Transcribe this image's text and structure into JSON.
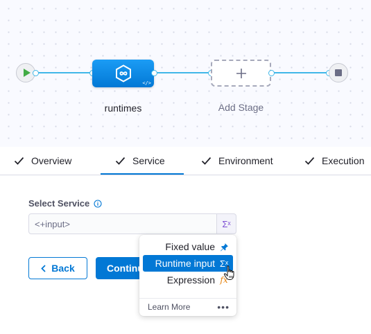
{
  "pipeline": {
    "stage_name": "runtimes",
    "add_stage_label": "Add Stage",
    "stage_code_glyph": "</>"
  },
  "tabs": [
    {
      "label": "Overview",
      "active": false
    },
    {
      "label": "Service",
      "active": true
    },
    {
      "label": "Environment",
      "active": false
    },
    {
      "label": "Execution",
      "active": false
    }
  ],
  "form": {
    "field_label": "Select Service",
    "field_value": "<+input>",
    "type_glyph": "Σˣ"
  },
  "buttons": {
    "back_label": "Back",
    "continue_label": "Continue"
  },
  "menu": {
    "items": [
      {
        "label": "Fixed value",
        "icon": "pin-icon"
      },
      {
        "label": "Runtime input",
        "icon": "sigma-icon",
        "glyph": "Σˣ",
        "selected": true
      },
      {
        "label": "Expression",
        "icon": "fx-icon",
        "glyph": "fx"
      }
    ],
    "learn_more": "Learn More",
    "more": "•••"
  },
  "colors": {
    "accent": "#0278d5",
    "connector": "#3fb7e8",
    "runtime_icon": "#7d4dd3",
    "expression_icon": "#e5800a",
    "start": "#42ab45"
  }
}
